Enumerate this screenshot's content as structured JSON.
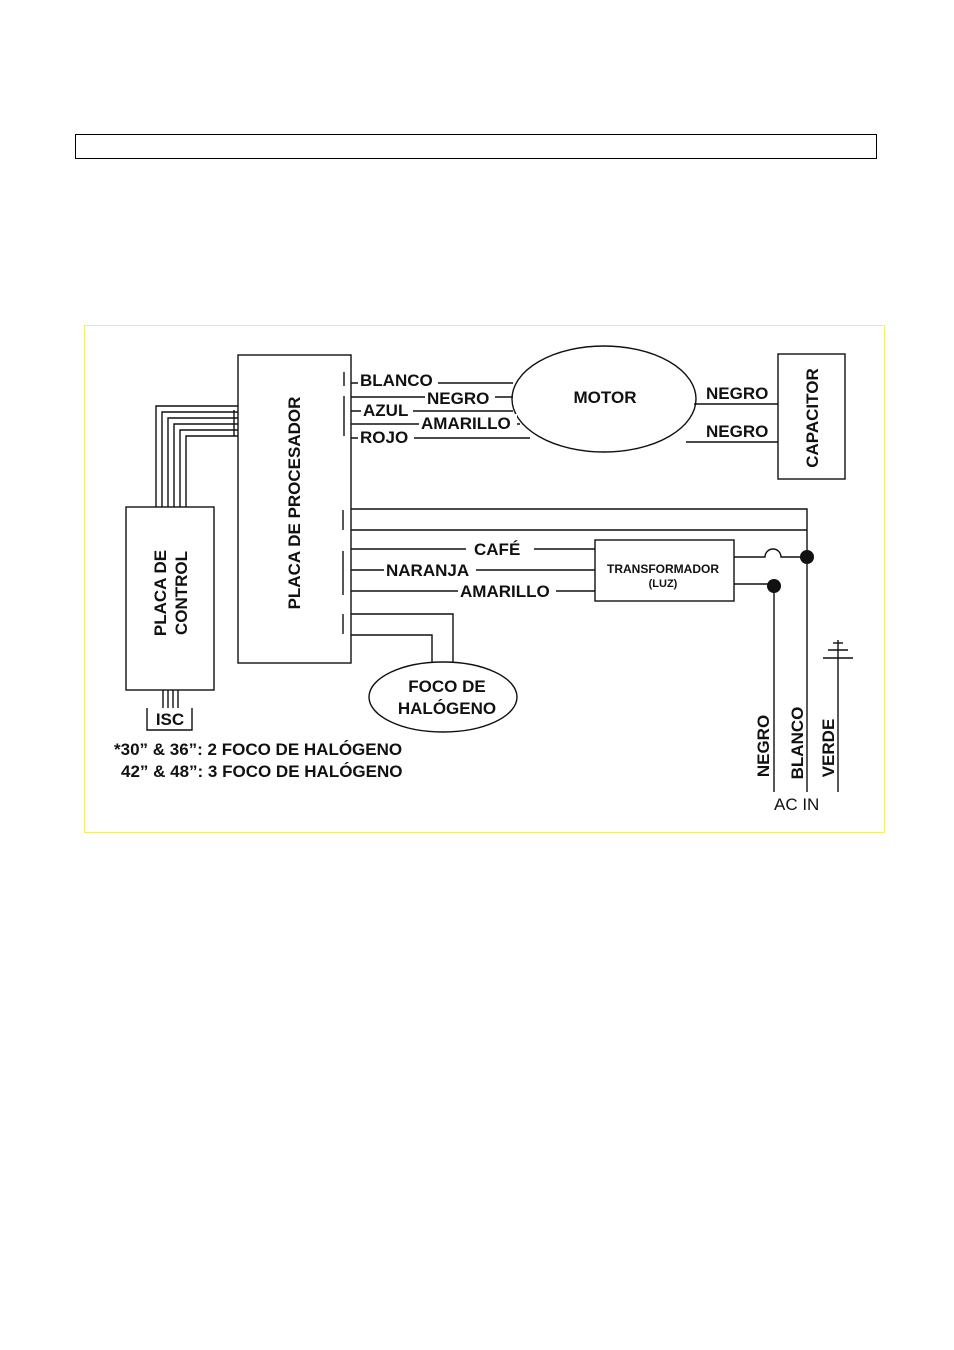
{
  "header": {
    "title": ""
  },
  "colors": {
    "frame_border": "#f2ee6a",
    "ink": "#111111"
  },
  "labels": {
    "processor_board": "PLACA DE PROCESADOR",
    "control_board_line1": "PLACA DE",
    "control_board_line2": "CONTROL",
    "motor": "MOTOR",
    "capacitor": "CAPACITOR",
    "transformer": "TRANSFORMADOR",
    "transformer_sub": "(LUZ)",
    "halogen_line1": "FOCO DE",
    "halogen_line2": "HALÓGENO",
    "isc": "ISC",
    "note_line1": "*30” & 36”: 2 FOCO DE HALÓGENO",
    "note_line2": "42” & 48”: 3 FOCO DE HALÓGENO",
    "ac_in": "AC IN"
  },
  "wires": {
    "blanco": "BLANCO",
    "negro_motor": "NEGRO",
    "azul": "AZUL",
    "amarillo_motor": "AMARILLO",
    "rojo": "ROJO",
    "negro_cap_top": "NEGRO",
    "negro_cap_bottom": "NEGRO",
    "cafe": "CAFÉ",
    "naranja": "NARANJA",
    "amarillo_trans": "AMARILLO",
    "ac_negro": "NEGRO",
    "ac_blanco": "BLANCO",
    "ac_verde": "VERDE"
  }
}
